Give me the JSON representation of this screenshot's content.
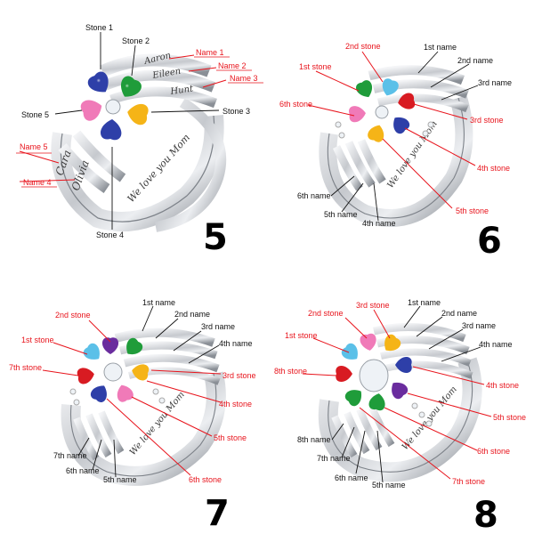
{
  "colors": {
    "label_red": "#e8141c",
    "label_black": "#111111",
    "metal": "#c9ccd1",
    "metal_dark": "#7d8289",
    "stone_green": "#1f9c3a",
    "stone_sky": "#5bc0e8",
    "stone_pink": "#f07ab8",
    "stone_yellow": "#f5b417",
    "stone_blue": "#2e3fa8",
    "stone_red": "#d81b22",
    "stone_purple": "#6a2c9e",
    "stone_clear": "#eef2f6"
  },
  "panels": [
    {
      "number": "5",
      "engraving": "We love you Mom",
      "names_engraved": [
        "Aaron",
        "Eileen",
        "Hunt",
        "Olivia",
        "Cara"
      ],
      "labels": [
        {
          "text": "Stone 1",
          "color": "black"
        },
        {
          "text": "Stone 2",
          "color": "black"
        },
        {
          "text": "Stone 3",
          "color": "black"
        },
        {
          "text": "Stone 4",
          "color": "black"
        },
        {
          "text": "Stone 5",
          "color": "black"
        },
        {
          "text": "Name 1",
          "color": "red"
        },
        {
          "text": "Name 2",
          "color": "red"
        },
        {
          "text": "Name 3",
          "color": "red"
        },
        {
          "text": "Name 4",
          "color": "red"
        },
        {
          "text": "Name 5",
          "color": "red"
        }
      ]
    },
    {
      "number": "6",
      "engraving": "We love you Mom",
      "labels": [
        {
          "text": "2nd stone",
          "color": "red"
        },
        {
          "text": "1st name",
          "color": "black"
        },
        {
          "text": "2nd name",
          "color": "black"
        },
        {
          "text": "1st stone",
          "color": "red"
        },
        {
          "text": "3rd name",
          "color": "black"
        },
        {
          "text": "6th stone",
          "color": "red"
        },
        {
          "text": "3rd stone",
          "color": "red"
        },
        {
          "text": "4th stone",
          "color": "red"
        },
        {
          "text": "5th stone",
          "color": "red"
        },
        {
          "text": "6th name",
          "color": "black"
        },
        {
          "text": "5th name",
          "color": "black"
        },
        {
          "text": "4th name",
          "color": "black"
        }
      ]
    },
    {
      "number": "7",
      "engraving": "We love you Mom",
      "labels": [
        {
          "text": "1st name",
          "color": "black"
        },
        {
          "text": "2nd stone",
          "color": "red"
        },
        {
          "text": "2nd name",
          "color": "black"
        },
        {
          "text": "3rd name",
          "color": "black"
        },
        {
          "text": "1st stone",
          "color": "red"
        },
        {
          "text": "4th name",
          "color": "black"
        },
        {
          "text": "7th stone",
          "color": "red"
        },
        {
          "text": "3rd stone",
          "color": "red"
        },
        {
          "text": "4th stone",
          "color": "red"
        },
        {
          "text": "5th stone",
          "color": "red"
        },
        {
          "text": "7th name",
          "color": "black"
        },
        {
          "text": "6th name",
          "color": "black"
        },
        {
          "text": "5th name",
          "color": "black"
        },
        {
          "text": "6th stone",
          "color": "red"
        }
      ]
    },
    {
      "number": "8",
      "engraving": "We love you Mom",
      "labels": [
        {
          "text": "1st name",
          "color": "black"
        },
        {
          "text": "3rd stone",
          "color": "red"
        },
        {
          "text": "2nd stone",
          "color": "red"
        },
        {
          "text": "2nd name",
          "color": "black"
        },
        {
          "text": "3rd name",
          "color": "black"
        },
        {
          "text": "1st stone",
          "color": "red"
        },
        {
          "text": "4th name",
          "color": "black"
        },
        {
          "text": "8th stone",
          "color": "red"
        },
        {
          "text": "4th stone",
          "color": "red"
        },
        {
          "text": "5th stone",
          "color": "red"
        },
        {
          "text": "8th name",
          "color": "black"
        },
        {
          "text": "6th stone",
          "color": "red"
        },
        {
          "text": "7th name",
          "color": "black"
        },
        {
          "text": "6th name",
          "color": "black"
        },
        {
          "text": "5th name",
          "color": "black"
        },
        {
          "text": "7th stone",
          "color": "red"
        }
      ]
    }
  ]
}
